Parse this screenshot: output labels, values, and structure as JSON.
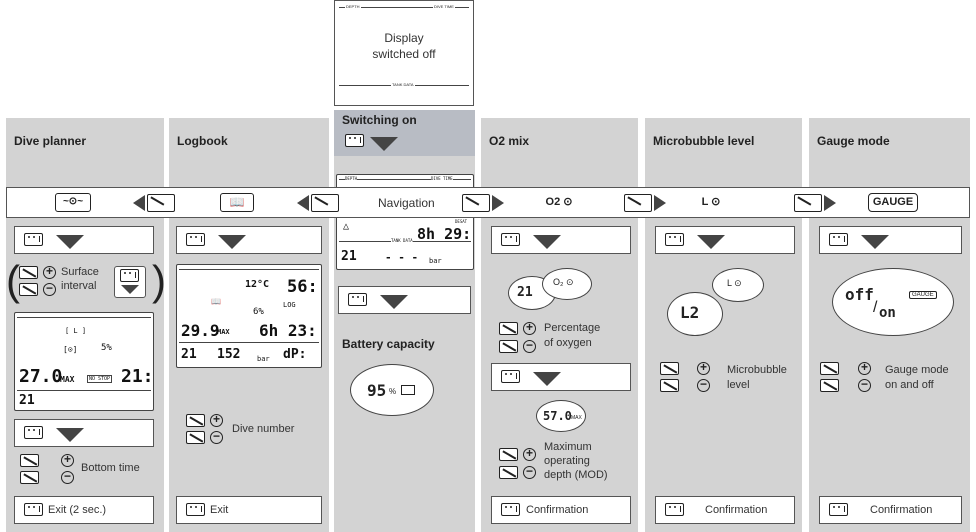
{
  "display_off": {
    "depth_label": "DEPTH",
    "dive_time_label": "DIVE TIME",
    "text_line1": "Display",
    "text_line2": "switched off",
    "tank_label": "TANK DATA"
  },
  "switching_on": {
    "title": "Switching on"
  },
  "navigation": {
    "label": "Navigation"
  },
  "battery": {
    "title": "Battery capacity",
    "value": "95",
    "unit": "%"
  },
  "columns": {
    "dive_planner": {
      "title": "Dive planner",
      "surface_line1": "Surface",
      "surface_line2": "interval",
      "bottom_time": "Bottom time",
      "exit": "Exit (2 sec.)",
      "lcd_depth": "27.0",
      "lcd_max": "MAX",
      "lcd_o2": "21",
      "lcd_nostop": "NO STOP",
      "lcd_time": "21:",
      "lcd_pct": "5%"
    },
    "logbook": {
      "title": "Logbook",
      "dive_number": "Dive number",
      "exit": "Exit",
      "lcd_temp": "12°C",
      "lcd_big": "56:",
      "lcd_log": "LOG",
      "lcd_pct": "6%",
      "lcd_depth": "29.9",
      "lcd_max": "MAX",
      "lcd_time": "6h 23:",
      "lcd_o2": "21",
      "lcd_bar": "152",
      "lcd_unit": "bar",
      "lcd_dp": "dP:"
    },
    "o2_mix": {
      "title": "O2 mix",
      "pct_line1": "Percentage",
      "pct_line2": "of oxygen",
      "mod_line1": "Maximum",
      "mod_line2": "operating",
      "mod_line3": "depth (MOD)",
      "confirm": "Confirmation",
      "lcd_mix": "21",
      "lcd_mod": "57.0",
      "lcd_max": "MAX"
    },
    "microbubble": {
      "title": "Microbubble level",
      "label_line1": "Microbubble",
      "label_line2": "level",
      "confirm": "Confirmation",
      "lcd_level": "L2"
    },
    "gauge": {
      "title": "Gauge mode",
      "label_line1": "Gauge mode",
      "label_line2": "on and off",
      "confirm": "Confirmation",
      "lcd_off": "off",
      "lcd_on": "on",
      "gauge_badge": "GAUGE"
    }
  },
  "nav_symbols": {
    "logbook_icon": "logbook-icon",
    "o2_icon": "O2",
    "micro_icon": "L",
    "gauge_text": "GAUGE"
  },
  "switch_lcd": {
    "time": "8h 29:",
    "o2": "21",
    "bar": "bar",
    "desat": "DESAT",
    "depth_label": "DEPTH",
    "dive_time_label": "DIVE TIME",
    "tank_label": "TANK DATA"
  }
}
